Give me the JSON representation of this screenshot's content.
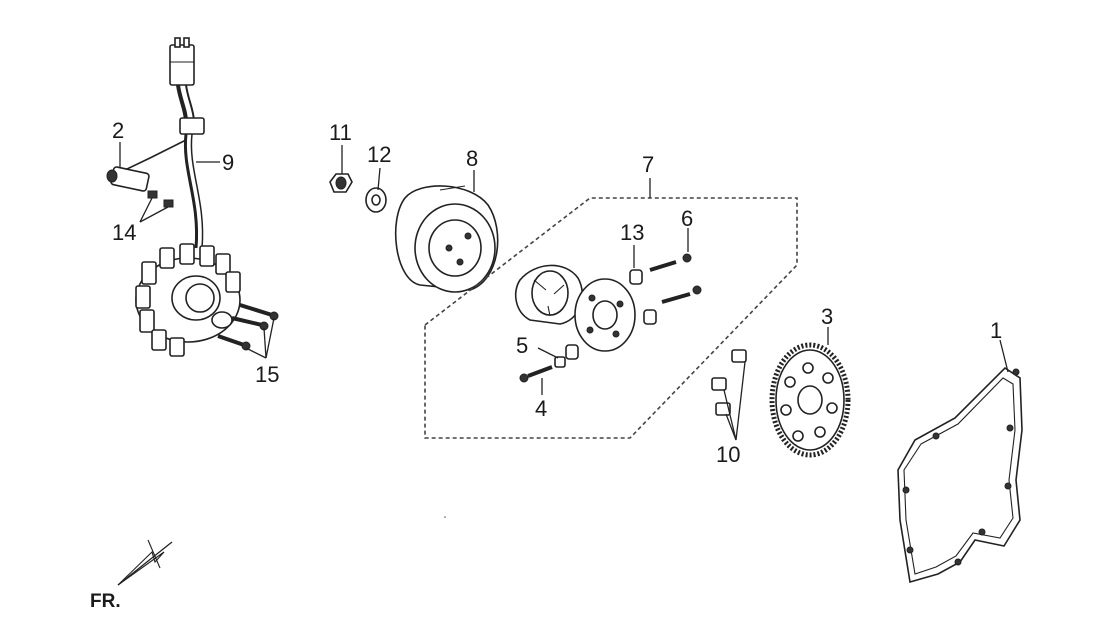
{
  "callouts": {
    "c1": "1",
    "c2": "2",
    "c3": "3",
    "c4": "4",
    "c5": "5",
    "c6": "6",
    "c7": "7",
    "c8": "8",
    "c9": "9",
    "c10": "10",
    "c11": "11",
    "c12": "12",
    "c13": "13",
    "c14": "14",
    "c15": "15"
  },
  "direction": {
    "label": "FR."
  }
}
